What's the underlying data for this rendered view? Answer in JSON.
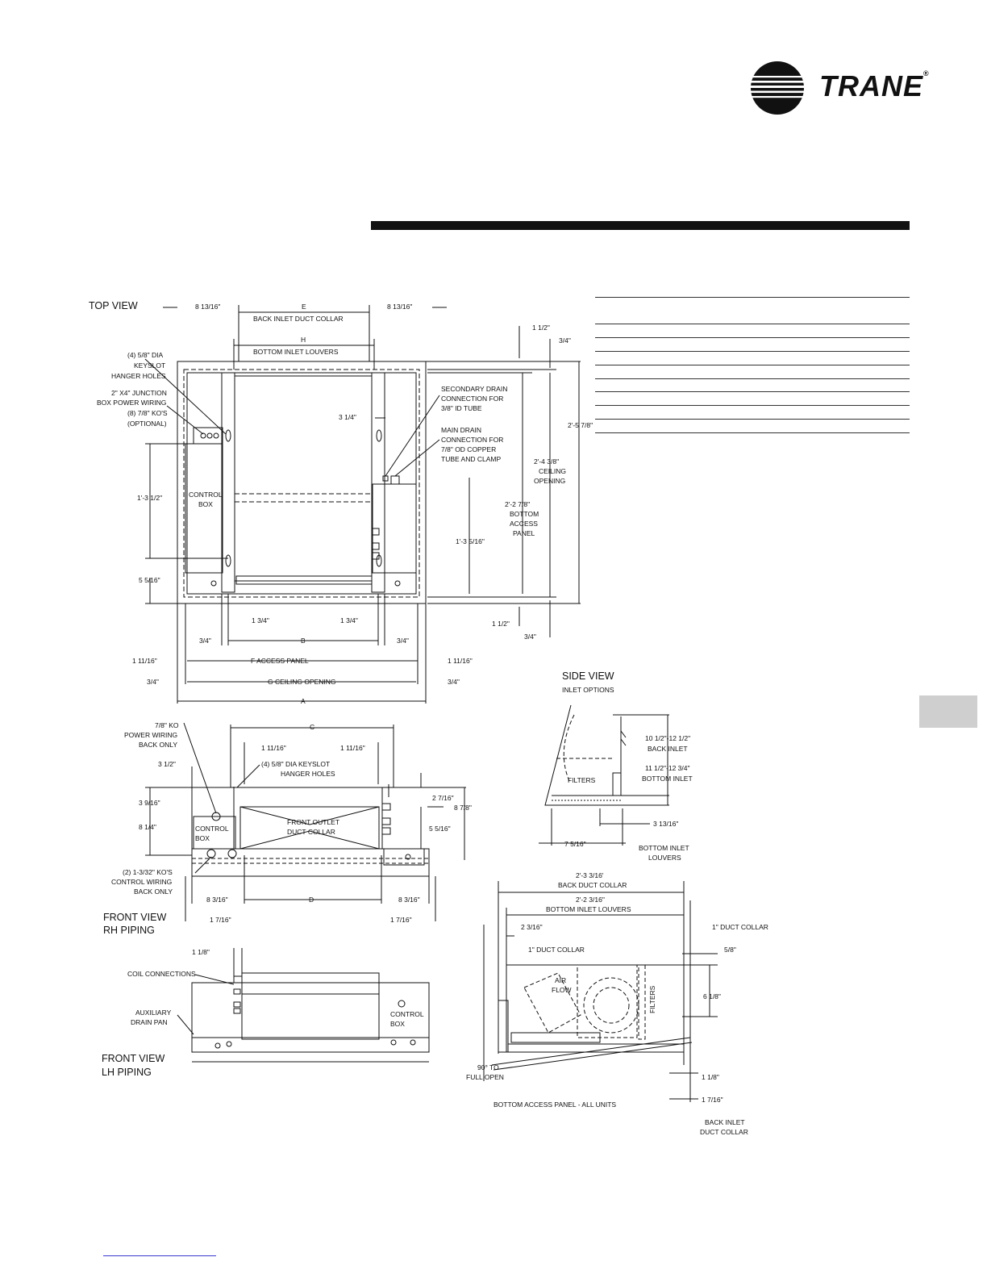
{
  "brand": {
    "name": "TRANE",
    "reg": "®",
    "logo_icon": "trane-globe-logo-icon"
  },
  "views": {
    "top": {
      "title": "TOP VIEW",
      "labels": {
        "l1": "8 13/16\"",
        "l2": "E",
        "l3": "8 13/16\"",
        "l4": "BACK INLET DUCT COLLAR",
        "l5": "H",
        "l6": "BOTTOM INLET LOUVERS",
        "l7": "1 1/2\"",
        "l8": "3/4\"",
        "l9": "(4) 5/8\" DIA",
        "l10": "KEYSLOT",
        "l11": "HANGER HOLES",
        "l12": "2\" X4\" JUNCTION",
        "l13": "BOX POWER WIRING",
        "l14": "(8) 7/8\" KO'S",
        "l15": "(OPTIONAL)",
        "l16": "SECONDARY DRAIN",
        "l17": "CONNECTION FOR",
        "l18": "3/8\" ID TUBE",
        "l19": "3 1/4\"",
        "l20": "2'-5 7/8\"",
        "l21": "MAIN DRAIN",
        "l22": "CONNECTION FOR",
        "l23": "7/8\" OD COPPER",
        "l24": "TUBE AND CLAMP",
        "l25": "2'-4 3/8\"",
        "l26": "CEILING",
        "l27": "OPENING",
        "l28": "1'-3 1/2\"",
        "l29": "CONTROL",
        "l30": "BOX",
        "l31": "2'-2 7/8\"",
        "l32": "BOTTOM",
        "l33": "ACCESS",
        "l34": "PANEL",
        "l35": "1'-3 5/16\"",
        "l36": "5 5/16\"",
        "l37": "1 3/4\"",
        "l38": "1 3/4\"",
        "l39": "1 1/2\"",
        "l40": "3/4\"",
        "l41": "B",
        "l42": "3/4\"",
        "l43": "3/4\"",
        "l44": "1 11/16\"",
        "l45": "F ACCESS PANEL",
        "l46": "1 11/16\"",
        "l47": "3/4\"",
        "l48": "G CEILING OPENING",
        "l49": "3/4\"",
        "l50": "A"
      }
    },
    "side": {
      "title": "SIDE VIEW",
      "subtitle": "INLET OPTIONS",
      "labels": {
        "s1": "10 1/2\"-12 1/2\"",
        "s2": "BACK INLET",
        "s3": "11 1/2\"-12 3/4\"",
        "s4": "BOTTOM INLET",
        "s5": "FILTERS",
        "s6": "3 13/16\"",
        "s7": "7 5/16\"",
        "s8": "BOTTOM INLET",
        "s9": "LOUVERS"
      }
    },
    "front_rh": {
      "title1": "FRONT VIEW",
      "title2": "RH PIPING",
      "labels": {
        "f1": "7/8\" KO",
        "f2": "POWER WIRING",
        "f3": "BACK ONLY",
        "f4": "C",
        "f5": "1 11/16\"",
        "f6": "1 11/16\"",
        "f7": "3 1/2\"",
        "f8": "(4) 5/8\" DIA KEYSLOT",
        "f9": "HANGER HOLES",
        "f10": "2 7/16\"",
        "f11": "3 9/16\"",
        "f12": "8 7/8\"",
        "f13": "FRONT OUTLET",
        "f14": "DUCT COLLAR",
        "f15": "8 1/4\"",
        "f16": "5 5/16\"",
        "f17": "CONTROL",
        "f18": "BOX",
        "f19": "(2) 1-3/32\" KO'S",
        "f20": "CONTROL WIRING",
        "f21": "BACK ONLY",
        "f22": "8 3/16\"",
        "f23": "D",
        "f24": "8 3/16\"",
        "f25": "1 7/16\"",
        "f26": "1 7/16\""
      }
    },
    "front_lh": {
      "title1": "FRONT VIEW",
      "title2": "LH PIPING",
      "labels": {
        "g1": "1 1/8\"",
        "g2": "COIL CONNECTIONS",
        "g3": "AUXILIARY",
        "g4": "DRAIN PAN",
        "g5": "CONTROL",
        "g6": "BOX"
      }
    },
    "section": {
      "labels": {
        "c1": "2'-3 3/16'",
        "c2": "BACK DUCT COLLAR",
        "c3": "2'-2 3/16\"",
        "c4": "BOTTOM INLET LOUVERS",
        "c5": "2 3/16\"",
        "c6": "1\" DUCT COLLAR",
        "c7": "1\" DUCT COLLAR",
        "c8": "5/8\"",
        "c9": "AIR",
        "c10": "FLOW",
        "c11": "FILTERS",
        "c12": "6 1/8\"",
        "c13": "90° TO",
        "c14": "FULL OPEN",
        "c15": "1 1/8\"",
        "c16": "1 7/16\"",
        "c17": "BOTTOM ACCESS PANEL - ALL UNITS",
        "c18": "BACK INLET",
        "c19": "DUCT COLLAR"
      }
    }
  }
}
